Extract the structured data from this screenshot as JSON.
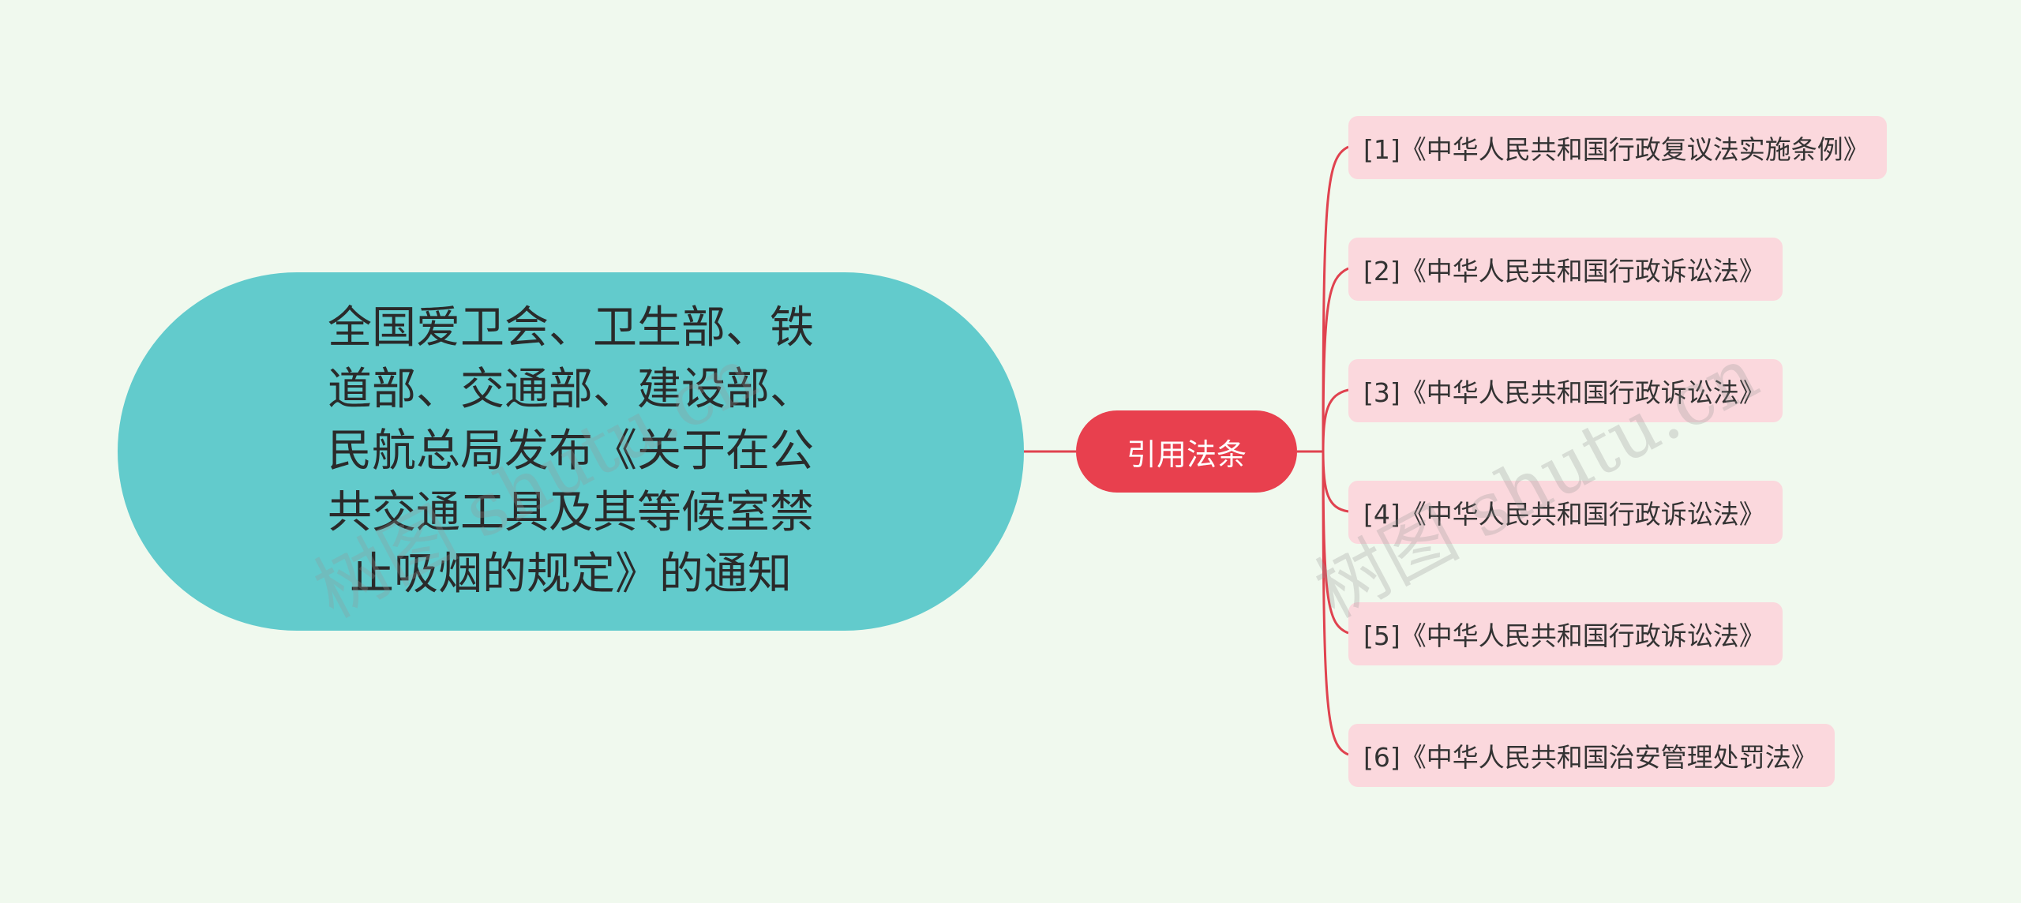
{
  "root": {
    "text": "全国爱卫会、卫生部、铁道部、交通部、建设部、民航总局发布《关于在公共交通工具及其等候室禁止吸烟的规定》的通知",
    "color": "#62cbcc"
  },
  "branch": {
    "label": "引用法条",
    "color": "#e8404e",
    "line_color": "#e0424f"
  },
  "leaves": [
    "[1]《中华人民共和国行政复议法实施条例》",
    "[2]《中华人民共和国行政诉讼法》",
    "[3]《中华人民共和国行政诉讼法》",
    "[4]《中华人民共和国行政诉讼法》",
    "[5]《中华人民共和国行政诉讼法》",
    "[6]《中华人民共和国治安管理处罚法》"
  ],
  "leaf_color": "#fbd8dd",
  "background": "#f0f9ee",
  "watermark": "树图 shutu.cn"
}
